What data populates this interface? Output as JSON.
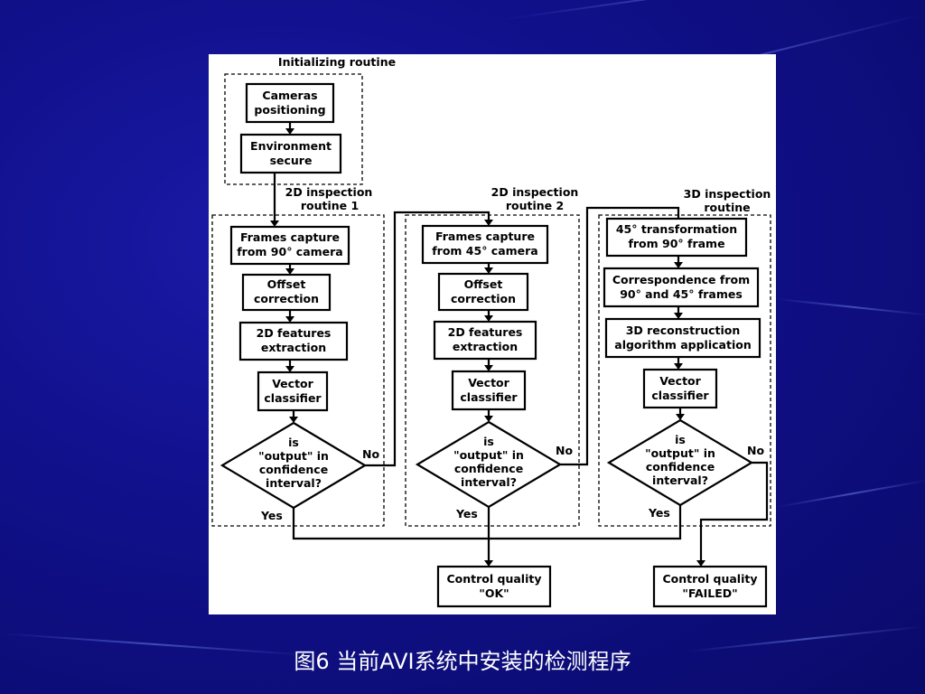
{
  "groups": {
    "init_title": "Initializing routine",
    "insp1_title_1": "2D inspection",
    "insp1_title_2": "routine 1",
    "insp2_title_1": "2D inspection",
    "insp2_title_2": "routine 2",
    "insp3_title_1": "3D inspection",
    "insp3_title_2": "routine"
  },
  "init": {
    "cameras_1": "Cameras",
    "cameras_2": "positioning",
    "env_1": "Environment",
    "env_2": "secure"
  },
  "r1": {
    "frames_1": "Frames capture",
    "frames_2": "from 90° camera",
    "offset_1": "Offset",
    "offset_2": "correction",
    "feat_1": "2D features",
    "feat_2": "extraction",
    "vec_1": "Vector",
    "vec_2": "classifier",
    "dec_1": "is",
    "dec_2": "\"output\" in",
    "dec_3": "confidence",
    "dec_4": "interval?",
    "no": "No",
    "yes": "Yes"
  },
  "r2": {
    "frames_1": "Frames capture",
    "frames_2": "from 45° camera",
    "offset_1": "Offset",
    "offset_2": "correction",
    "feat_1": "2D features",
    "feat_2": "extraction",
    "vec_1": "Vector",
    "vec_2": "classifier",
    "dec_1": "is",
    "dec_2": "\"output\" in",
    "dec_3": "confidence",
    "dec_4": "interval?",
    "no": "No",
    "yes": "Yes"
  },
  "r3": {
    "trans_1": "45° transformation",
    "trans_2": "from 90° frame",
    "corr_1": "Correspondence from",
    "corr_2": "90° and 45° frames",
    "recon_1": "3D reconstruction",
    "recon_2": "algorithm application",
    "vec_1": "Vector",
    "vec_2": "classifier",
    "dec_1": "is",
    "dec_2": "\"output\" in",
    "dec_3": "confidence",
    "dec_4": "interval?",
    "no": "No",
    "yes": "Yes"
  },
  "outcomes": {
    "ok_1": "Control quality",
    "ok_2": "\"OK\"",
    "failed_1": "Control quality",
    "failed_2": "\"FAILED\""
  },
  "caption": "图6 当前AVI系统中安装的检测程序"
}
